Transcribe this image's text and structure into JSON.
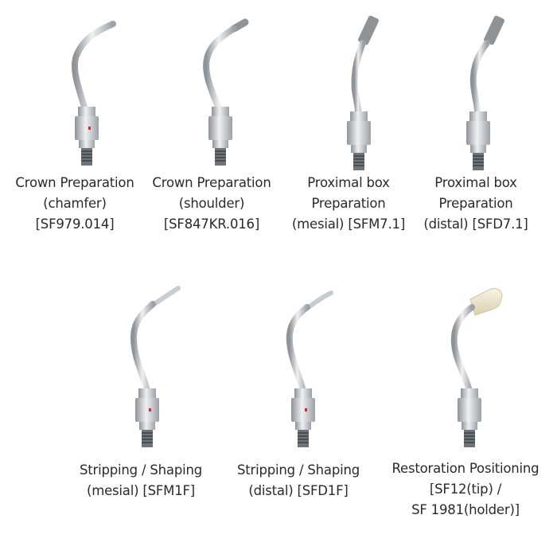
{
  "items": [
    {
      "tip": "slim",
      "tag": "S979",
      "lines": [
        "Crown Preparation",
        "(chamfer)",
        "[SF979.014]"
      ]
    },
    {
      "tip": "slim-flat",
      "tag": "S847",
      "lines": [
        "Crown Preparation",
        "(shoulder)",
        "[SF847KR.016]"
      ]
    },
    {
      "tip": "diamond-box",
      "tag": "SFM7",
      "lines": [
        "Proximal box",
        "Preparation",
        "(mesial) [SFM7.1]"
      ]
    },
    {
      "tip": "diamond-box",
      "tag": "SFD7",
      "lines": [
        "Proximal box",
        "Preparation",
        "(distal) [SFD7.1]"
      ]
    },
    {
      "tip": "blade",
      "tag": "SFM1",
      "lines": [
        "Stripping / Shaping",
        "(mesial) [SFM1F]"
      ]
    },
    {
      "tip": "blade",
      "tag": "SFD1",
      "lines": [
        "Stripping / Shaping",
        "(distal) [SFD1F]"
      ]
    },
    {
      "tip": "cap",
      "tag": "SF12",
      "lines": [
        "Restoration Positioning",
        "[SF12(tip) /",
        "SF 1981(holder)]"
      ]
    }
  ],
  "colors": {
    "metal_light": "#e6e8ea",
    "metal_mid": "#b9bdc2",
    "metal_dark": "#7f8489",
    "red_mark": "#d9252a",
    "cap": "#efe9d2",
    "diamond": "#8f9396"
  }
}
